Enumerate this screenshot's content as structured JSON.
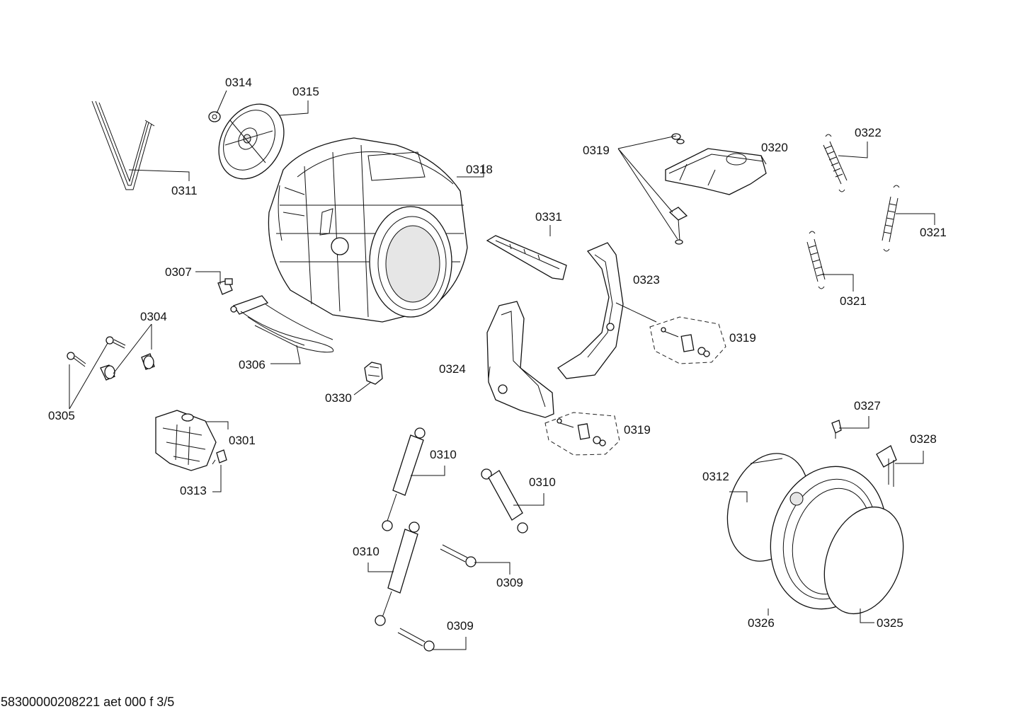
{
  "document_id": "58300000208221 aet 000 f 3/5",
  "labels": {
    "p0301": "0301",
    "p0304": "0304",
    "p0305": "0305",
    "p0306": "0306",
    "p0307": "0307",
    "p0309a": "0309",
    "p0309b": "0309",
    "p0310a": "0310",
    "p0310b": "0310",
    "p0310c": "0310",
    "p0311": "0311",
    "p0312": "0312",
    "p0313": "0313",
    "p0314": "0314",
    "p0315": "0315",
    "p0318": "0318",
    "p0319a": "0319",
    "p0319b": "0319",
    "p0319c": "0319",
    "p0320": "0320",
    "p0321a": "0321",
    "p0321b": "0321",
    "p0322": "0322",
    "p0323": "0323",
    "p0324": "0324",
    "p0325": "0325",
    "p0326": "0326",
    "p0327": "0327",
    "p0328": "0328",
    "p0330": "0330",
    "p0331": "0331"
  }
}
